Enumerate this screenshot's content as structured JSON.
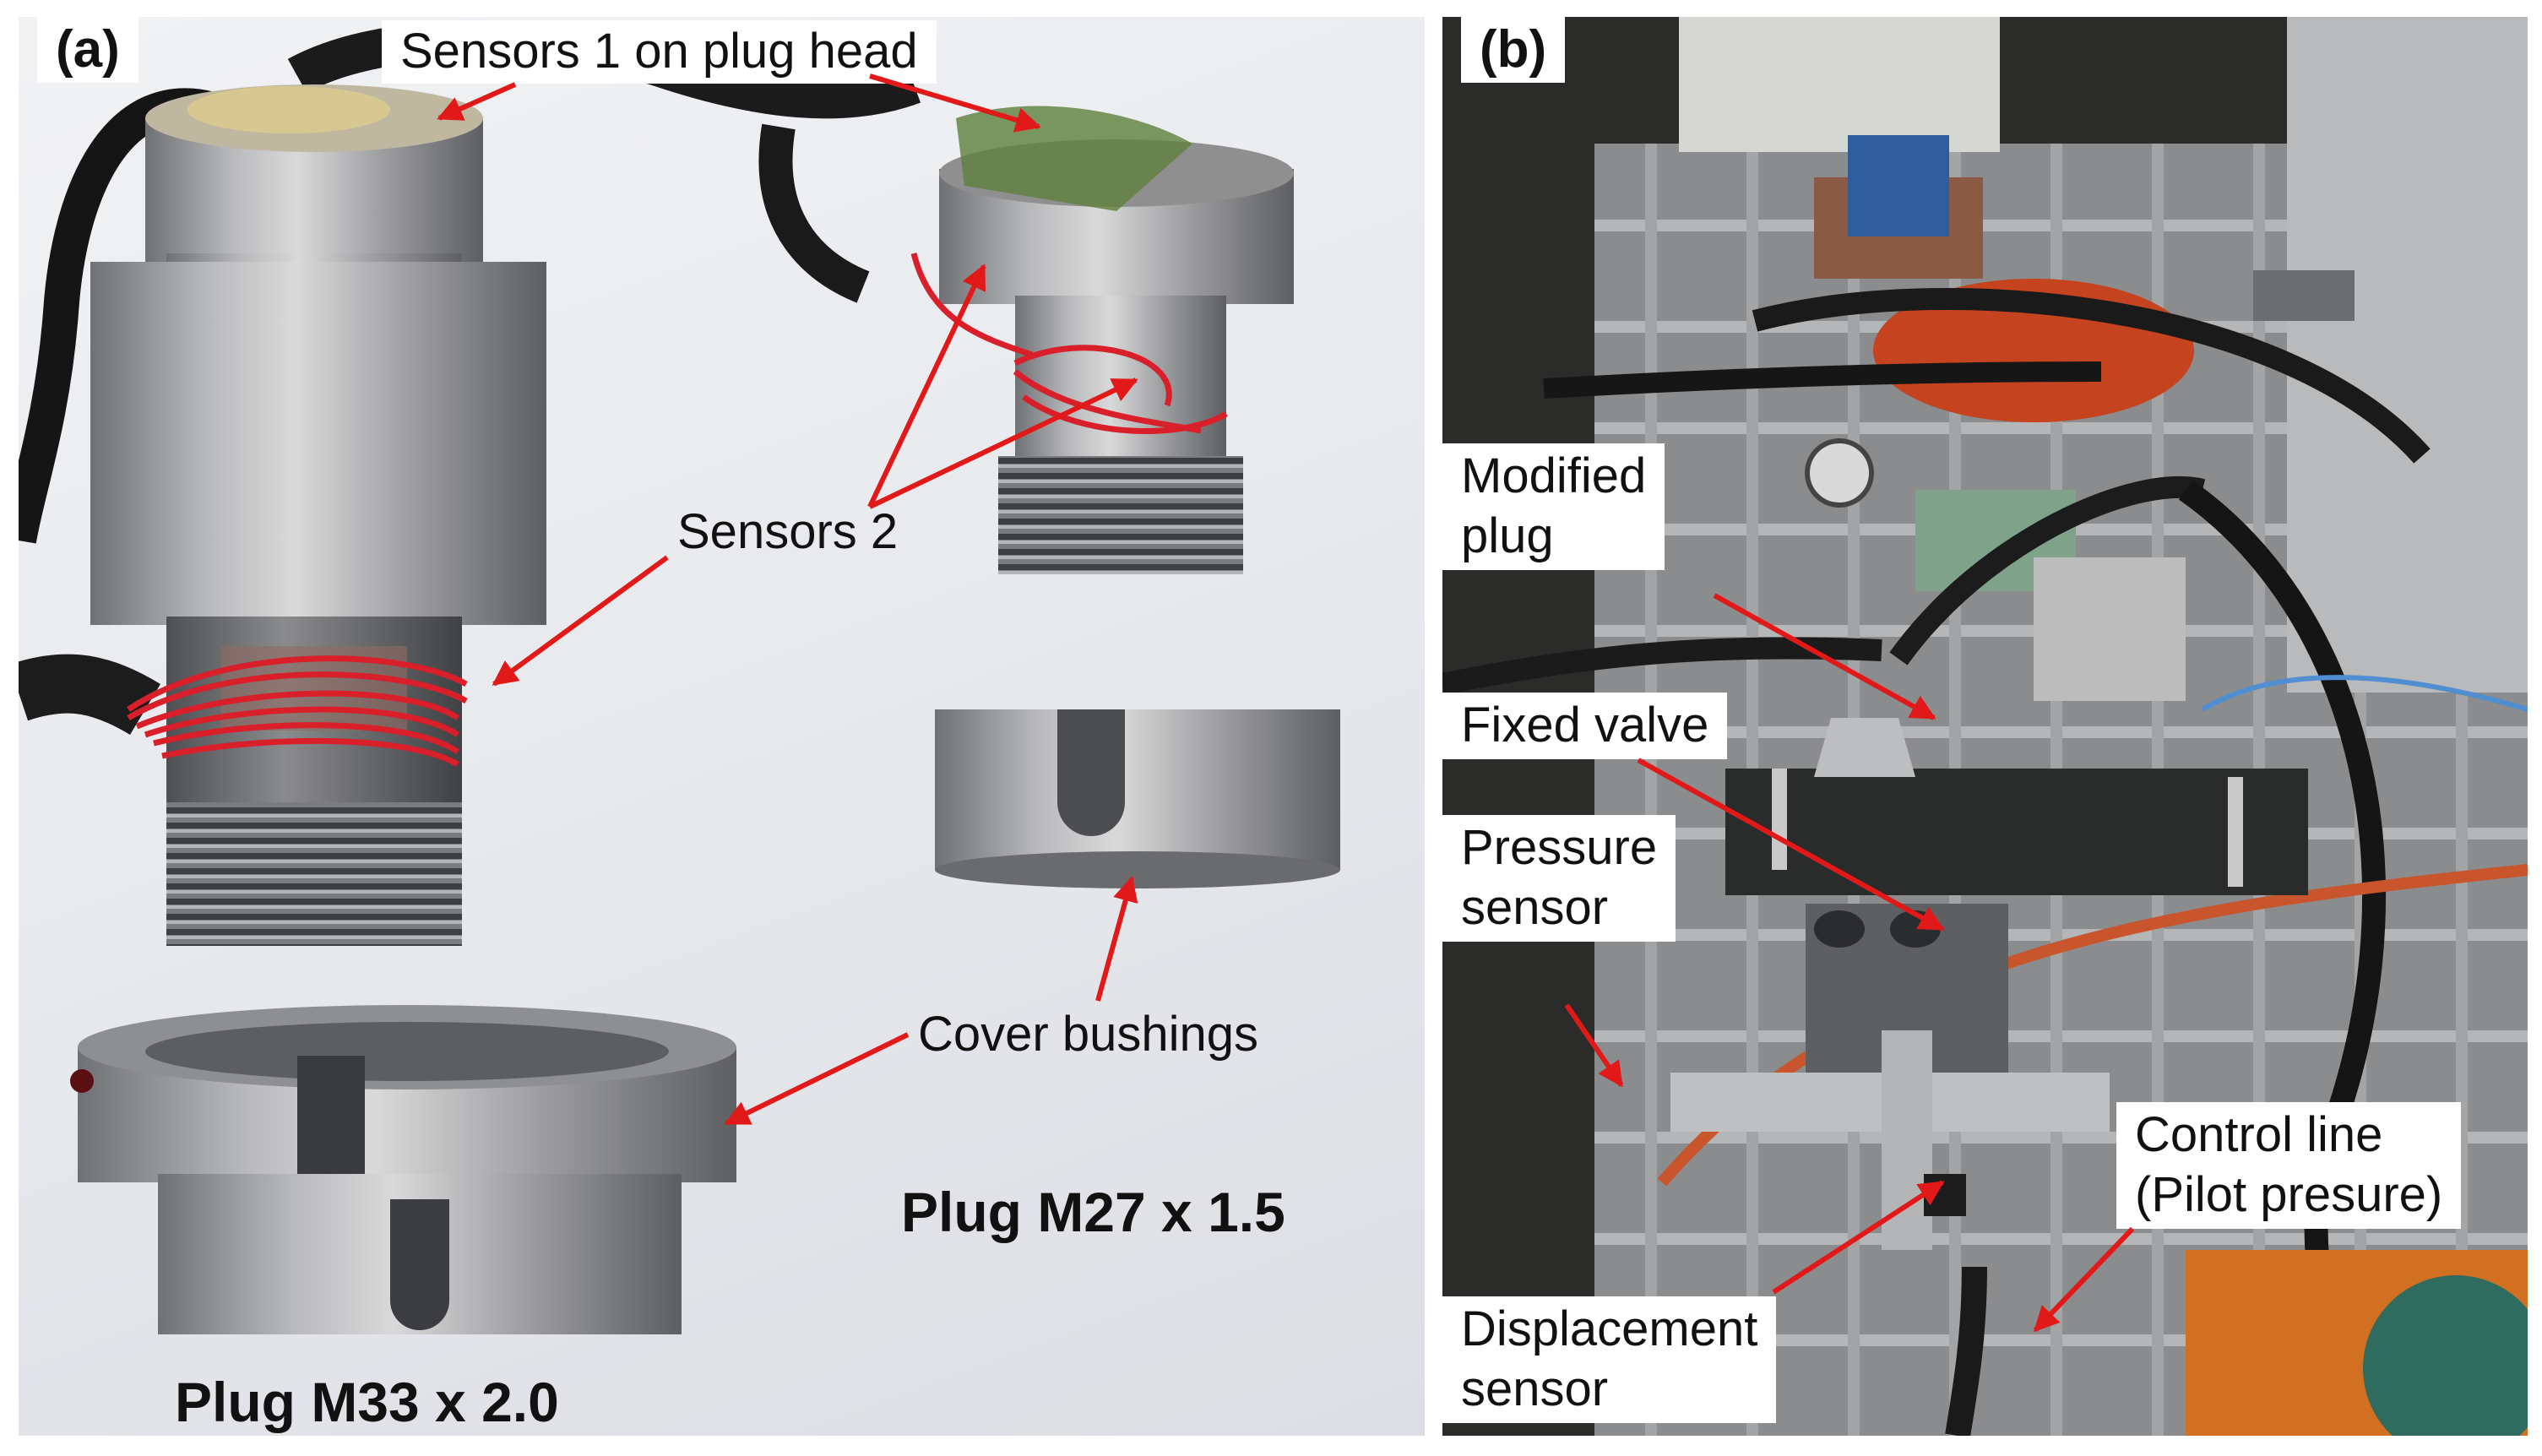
{
  "panel_a": {
    "tag": "(a)",
    "sensors_1": "Sensors 1 on plug head",
    "sensors_2": "Sensors 2",
    "cover_bushings": "Cover bushings",
    "plug_m27": "Plug M27 x 1.5",
    "plug_m33": "Plug M33 x 2.0"
  },
  "panel_b": {
    "tag": "(b)",
    "modified_plug": [
      "Modified",
      "plug"
    ],
    "fixed_valve": "Fixed valve",
    "pressure_sensor": [
      "Pressure",
      "sensor"
    ],
    "control_line": [
      "Control line",
      "(Pilot presure)"
    ],
    "displacement_sensor": [
      "Displacement",
      "sensor"
    ]
  },
  "colors": {
    "arrow": "#e11919",
    "label_box": "#ffffff",
    "wire": "#d81f2a"
  }
}
